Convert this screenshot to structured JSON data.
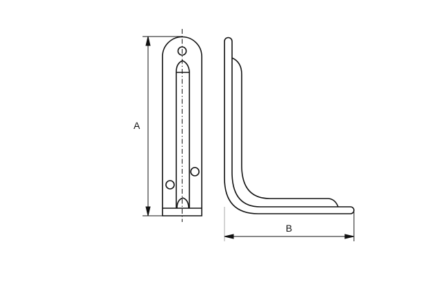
{
  "drawing": {
    "title": "L-shaped bracket technical drawing",
    "views": [
      {
        "name": "front-view",
        "features": [
          "rounded-top plate",
          "center slot",
          "top mounting hole",
          "two offset holes",
          "base strip",
          "center line"
        ]
      },
      {
        "name": "side-view",
        "features": [
          "L-bend profile",
          "reinforcing rib"
        ]
      }
    ],
    "dimensions": {
      "a": {
        "label": "A",
        "description": "overall height"
      },
      "b": {
        "label": "B",
        "description": "overall depth"
      }
    },
    "colors": {
      "line": "#111111",
      "background": "#ffffff"
    }
  }
}
